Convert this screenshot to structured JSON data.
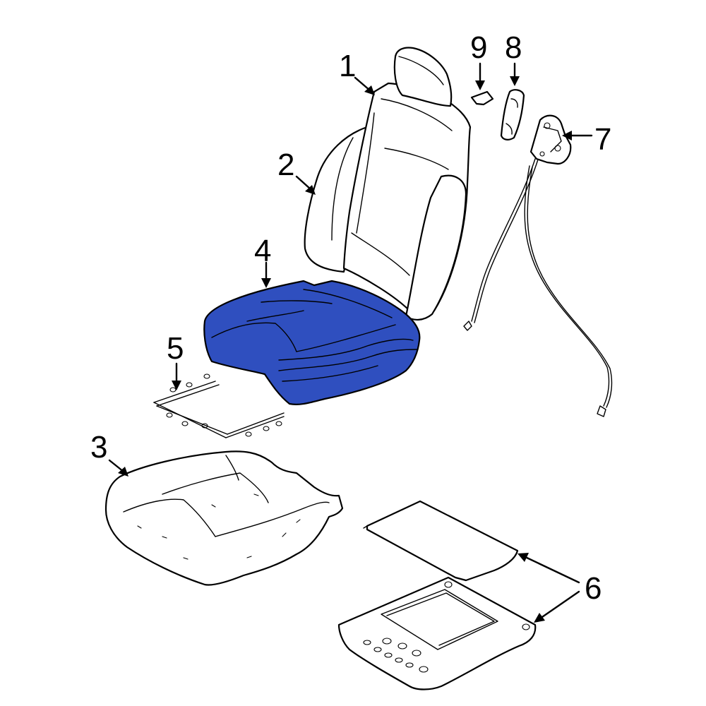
{
  "highlight_color": "#2f4fbf",
  "callouts": {
    "c1": "1",
    "c2": "2",
    "c3": "3",
    "c4": "4",
    "c5": "5",
    "c6": "6",
    "c7": "7",
    "c8": "8",
    "c9": "9"
  },
  "highlighted_part": "4"
}
